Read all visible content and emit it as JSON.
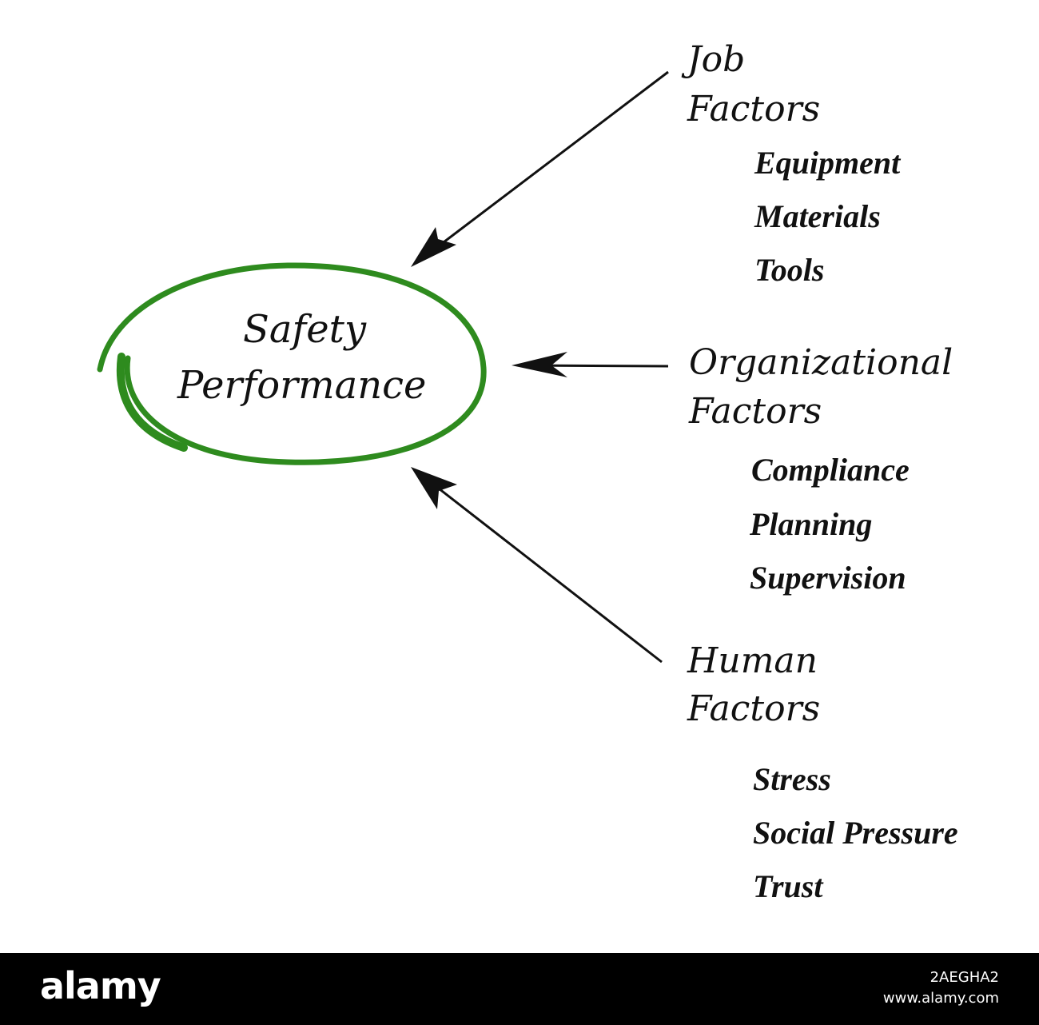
{
  "center": {
    "lines": [
      "Safety",
      "Performance"
    ],
    "ellipse_color": "#2e8b1e"
  },
  "arrow_color": "#111111",
  "groups": [
    {
      "title_lines": [
        "Job",
        "Factors"
      ],
      "items": [
        "Equipment",
        "Materials",
        "Tools"
      ]
    },
    {
      "title_lines": [
        "Organizational",
        "Factors"
      ],
      "items": [
        "Compliance",
        "Planning",
        "Supervision"
      ]
    },
    {
      "title_lines": [
        "Human",
        "Factors"
      ],
      "items": [
        "Stress",
        "Social Pressure",
        "Trust"
      ]
    }
  ],
  "footer": {
    "brand": "alamy",
    "image_id": "2AEGHA2",
    "site": "www.alamy.com"
  }
}
